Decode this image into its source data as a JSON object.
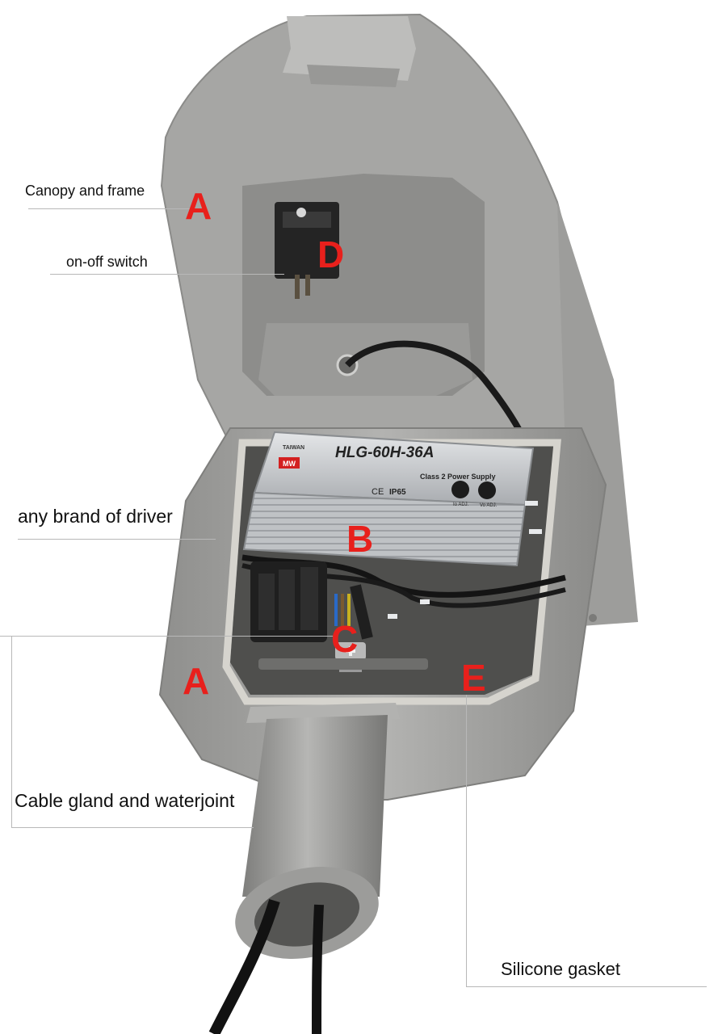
{
  "captions": {
    "canopy": "Canopy and frame",
    "switch": "on-off switch",
    "driver": "any brand of driver",
    "gland": "Cable gland and waterjoint",
    "gasket": "Silicone gasket"
  },
  "letters": {
    "a_top": "A",
    "d": "D",
    "b": "B",
    "c": "C",
    "a_bottom": "A",
    "e": "E"
  },
  "driver_label": {
    "brand_box": "MW",
    "maker": "TAIWAN",
    "model": "HLG-60H-36A",
    "power_supply": "Class 2 Power Supply",
    "ip_rating": "IP65",
    "ce": "CE",
    "adj_left": "Io ADJ.",
    "adj_right": "Vo ADJ."
  },
  "colors": {
    "letter": "#e8201c",
    "housing": "#a3a3a1",
    "housing_dark": "#7d7d7b",
    "housing_light": "#c4c4c2",
    "driver_case": "#c8cacc",
    "gasket": "#d8d6d0",
    "cable": "#1a1a1a"
  }
}
